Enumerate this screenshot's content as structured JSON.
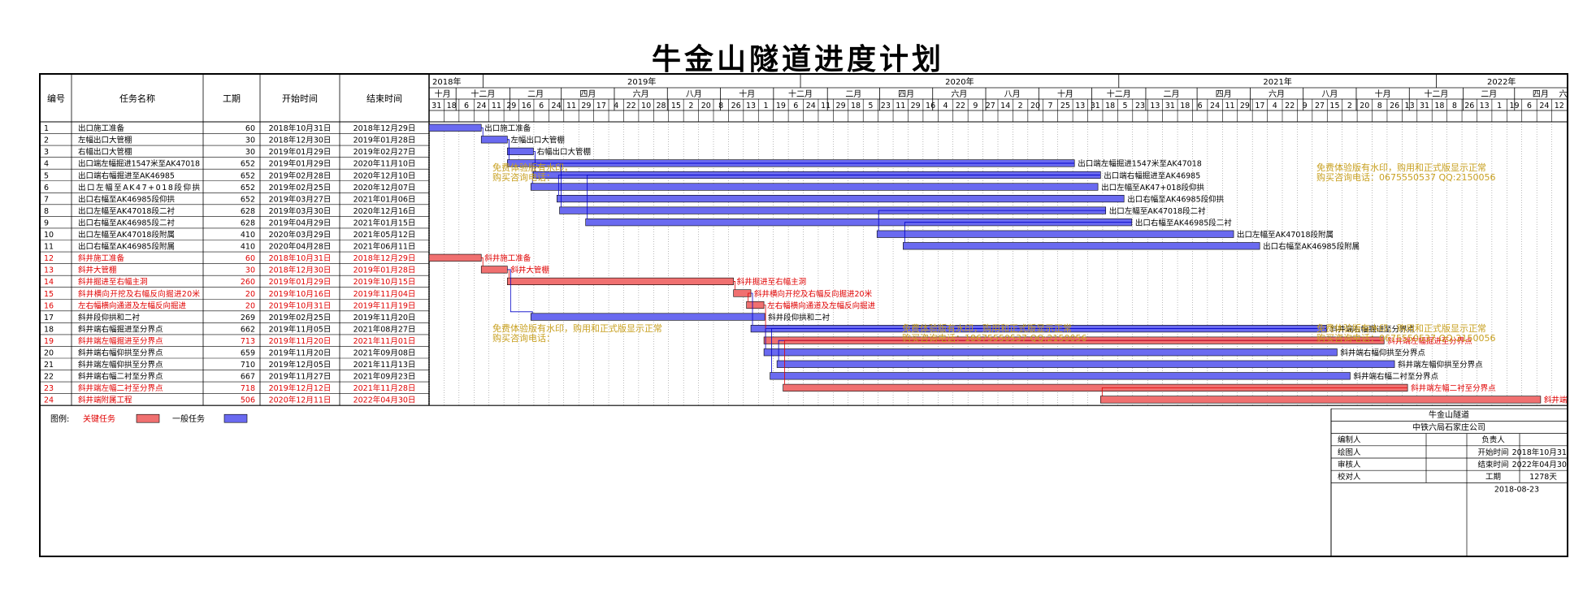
{
  "title": "牛金山隧道进度计划",
  "columns": {
    "id": "编号",
    "name": "任务名称",
    "duration": "工期",
    "start": "开始时间",
    "end": "结束时间"
  },
  "timeline": {
    "years": [
      "2018年",
      "2019年",
      "2020年",
      "2021年",
      "2022年"
    ],
    "months": [
      "十月",
      "十二月",
      "二月",
      "四月",
      "六月",
      "八月",
      "十月",
      "十二月",
      "二月",
      "四月",
      "六月",
      "八月",
      "十月",
      "十二月",
      "二月",
      "四月",
      "六月",
      "八月",
      "十月",
      "十二月",
      "二月",
      "四月",
      "六月"
    ],
    "days": [
      "31",
      "18",
      "6",
      "24",
      "11",
      "29",
      "16",
      "6",
      "24",
      "11",
      "29",
      "17",
      "4",
      "22",
      "10",
      "28",
      "15",
      "2",
      "20",
      "8",
      "26",
      "13",
      "1",
      "19",
      "6",
      "24",
      "11",
      "29",
      "18",
      "5",
      "23",
      "11",
      "29",
      "16",
      "4",
      "22",
      "9",
      "27",
      "14",
      "2",
      "20",
      "7",
      "25",
      "13",
      "31",
      "18",
      "5",
      "23",
      "13",
      "31",
      "18",
      "6",
      "24",
      "11",
      "29",
      "17",
      "4",
      "22",
      "9",
      "27",
      "15",
      "2",
      "20",
      "8",
      "26",
      "13",
      "31",
      "18",
      "8",
      "26",
      "13",
      "1",
      "19",
      "6",
      "24",
      "12"
    ]
  },
  "tasks": [
    {
      "id": "1",
      "name": "出口施工准备",
      "duration": "60",
      "start": "2018年10月31日",
      "end": "2018年12月29日",
      "critical": false,
      "bar_label": "出口施工准备"
    },
    {
      "id": "2",
      "name": "左幅出口大管棚",
      "duration": "30",
      "start": "2018年12月30日",
      "end": "2019年01月28日",
      "critical": false,
      "bar_label": "左幅出口大管棚"
    },
    {
      "id": "3",
      "name": "右幅出口大管棚",
      "duration": "30",
      "start": "2019年01月29日",
      "end": "2019年02月27日",
      "critical": false,
      "bar_label": "右幅出口大管棚"
    },
    {
      "id": "4",
      "name": "出口端左幅掘进1547米至AK47018",
      "duration": "652",
      "start": "2019年01月29日",
      "end": "2020年11月10日",
      "critical": false,
      "bar_label": "出口端左幅掘进1547米至AK47018"
    },
    {
      "id": "5",
      "name": "出口端右幅掘进至AK46985",
      "duration": "652",
      "start": "2019年02月28日",
      "end": "2020年12月10日",
      "critical": false,
      "bar_label": "出口端右幅掘进至AK46985"
    },
    {
      "id": "6",
      "name": "出口左幅至AK47+018段仰拱",
      "duration": "652",
      "start": "2019年02月25日",
      "end": "2020年12月07日",
      "critical": false,
      "bar_label": "出口左幅至AK47+018段仰拱"
    },
    {
      "id": "7",
      "name": "出口右幅至AK46985段仰拱",
      "duration": "652",
      "start": "2019年03月27日",
      "end": "2021年01月06日",
      "critical": false,
      "bar_label": "出口右幅至AK46985段仰拱"
    },
    {
      "id": "8",
      "name": "出口左幅至AK47018段二衬",
      "duration": "628",
      "start": "2019年03月30日",
      "end": "2020年12月16日",
      "critical": false,
      "bar_label": "出口左幅至AK47018段二衬"
    },
    {
      "id": "9",
      "name": "出口右幅至AK46985段二衬",
      "duration": "628",
      "start": "2019年04月29日",
      "end": "2021年01月15日",
      "critical": false,
      "bar_label": "出口右幅至AK46985段二衬"
    },
    {
      "id": "10",
      "name": "出口左幅至AK47018段附属",
      "duration": "410",
      "start": "2020年03月29日",
      "end": "2021年05月12日",
      "critical": false,
      "bar_label": "出口左幅至AK47018段附属"
    },
    {
      "id": "11",
      "name": "出口右幅至AK46985段附属",
      "duration": "410",
      "start": "2020年04月28日",
      "end": "2021年06月11日",
      "critical": false,
      "bar_label": "出口右幅至AK46985段附属"
    },
    {
      "id": "12",
      "name": "斜井施工准备",
      "duration": "60",
      "start": "2018年10月31日",
      "end": "2018年12月29日",
      "critical": true,
      "bar_label": "斜井施工准备"
    },
    {
      "id": "13",
      "name": "斜井大管棚",
      "duration": "30",
      "start": "2018年12月30日",
      "end": "2019年01月28日",
      "critical": true,
      "bar_label": "斜井大管棚"
    },
    {
      "id": "14",
      "name": "斜井掘进至右幅主洞",
      "duration": "260",
      "start": "2019年01月29日",
      "end": "2019年10月15日",
      "critical": true,
      "bar_label": "斜井掘进至右幅主洞"
    },
    {
      "id": "15",
      "name": "斜井横向开挖及右幅反向掘进20米",
      "duration": "20",
      "start": "2019年10月16日",
      "end": "2019年11月04日",
      "critical": true,
      "bar_label": "斜井横向开挖及右幅反向掘进20米"
    },
    {
      "id": "16",
      "name": "左右幅横向通道及左幅反向掘进",
      "duration": "20",
      "start": "2019年10月31日",
      "end": "2019年11月19日",
      "critical": true,
      "bar_label": "左右幅横向通道及左幅反向掘进"
    },
    {
      "id": "17",
      "name": "斜井段仰拱和二衬",
      "duration": "269",
      "start": "2019年02月25日",
      "end": "2019年11月20日",
      "critical": false,
      "bar_label": "斜井段仰拱和二衬"
    },
    {
      "id": "18",
      "name": "斜井端右幅掘进至分界点",
      "duration": "662",
      "start": "2019年11月05日",
      "end": "2021年08月27日",
      "critical": false,
      "bar_label": "斜井端右幅掘进至分界点"
    },
    {
      "id": "19",
      "name": "斜井端左幅掘进至分界点",
      "duration": "713",
      "start": "2019年11月20日",
      "end": "2021年11月01日",
      "critical": true,
      "bar_label": "斜井端左幅掘进至分界点"
    },
    {
      "id": "20",
      "name": "斜井端右幅仰拱至分界点",
      "duration": "659",
      "start": "2019年11月20日",
      "end": "2021年09月08日",
      "critical": false,
      "bar_label": "斜井端右幅仰拱至分界点"
    },
    {
      "id": "21",
      "name": "斜井端左幅仰拱至分界点",
      "duration": "710",
      "start": "2019年12月05日",
      "end": "2021年11月13日",
      "critical": false,
      "bar_label": "斜井端左幅仰拱至分界点"
    },
    {
      "id": "22",
      "name": "斜井端右幅二衬至分界点",
      "duration": "667",
      "start": "2019年11月27日",
      "end": "2021年09月23日",
      "critical": false,
      "bar_label": "斜井端右幅二衬至分界点"
    },
    {
      "id": "23",
      "name": "斜井端左幅二衬至分界点",
      "duration": "718",
      "start": "2019年12月12日",
      "end": "2021年11月28日",
      "critical": true,
      "bar_label": "斜井端左幅二衬至分界点"
    },
    {
      "id": "24",
      "name": "斜井端附属工程",
      "duration": "506",
      "start": "2020年12月11日",
      "end": "2022年04月30日",
      "critical": true,
      "bar_label": "斜井端附属工程"
    }
  ],
  "legend": {
    "label": "图例:",
    "critical": "关键任务",
    "normal": "一般任务"
  },
  "colors": {
    "critical": "#f07070",
    "normal": "#6a6af0",
    "critical_text": "#e00000",
    "grid_dotted": "#777777",
    "watermark": "#c8a020"
  },
  "watermark": {
    "line1a": "免费体验版有水印，",
    "line1b": "购买咨询电话：",
    "line2": "免费体验版有水印，购用和正式版显示正常",
    "line3": "购买咨询电话：18675550537 QQ:2150056",
    "right1": "免费体验版有水印，购用和正式版显示正常",
    "right2": "购买咨询电话：0675550537 QQ:2150056"
  },
  "info": {
    "project": "牛金山隧道",
    "company": "中铁六局石家庄公司",
    "rows": [
      {
        "k1": "编制人",
        "v1": "",
        "k2": "负责人",
        "v2": ""
      },
      {
        "k1": "绘图人",
        "v1": "",
        "k2": "开始时间",
        "v2": "2018年10月31日"
      },
      {
        "k1": "审核人",
        "v1": "",
        "k2": "结束时间",
        "v2": "2022年04月30日"
      },
      {
        "k1": "校对人",
        "v1": "",
        "k2": "工期",
        "v2": "1278天"
      }
    ],
    "date": "2018-08-23"
  }
}
